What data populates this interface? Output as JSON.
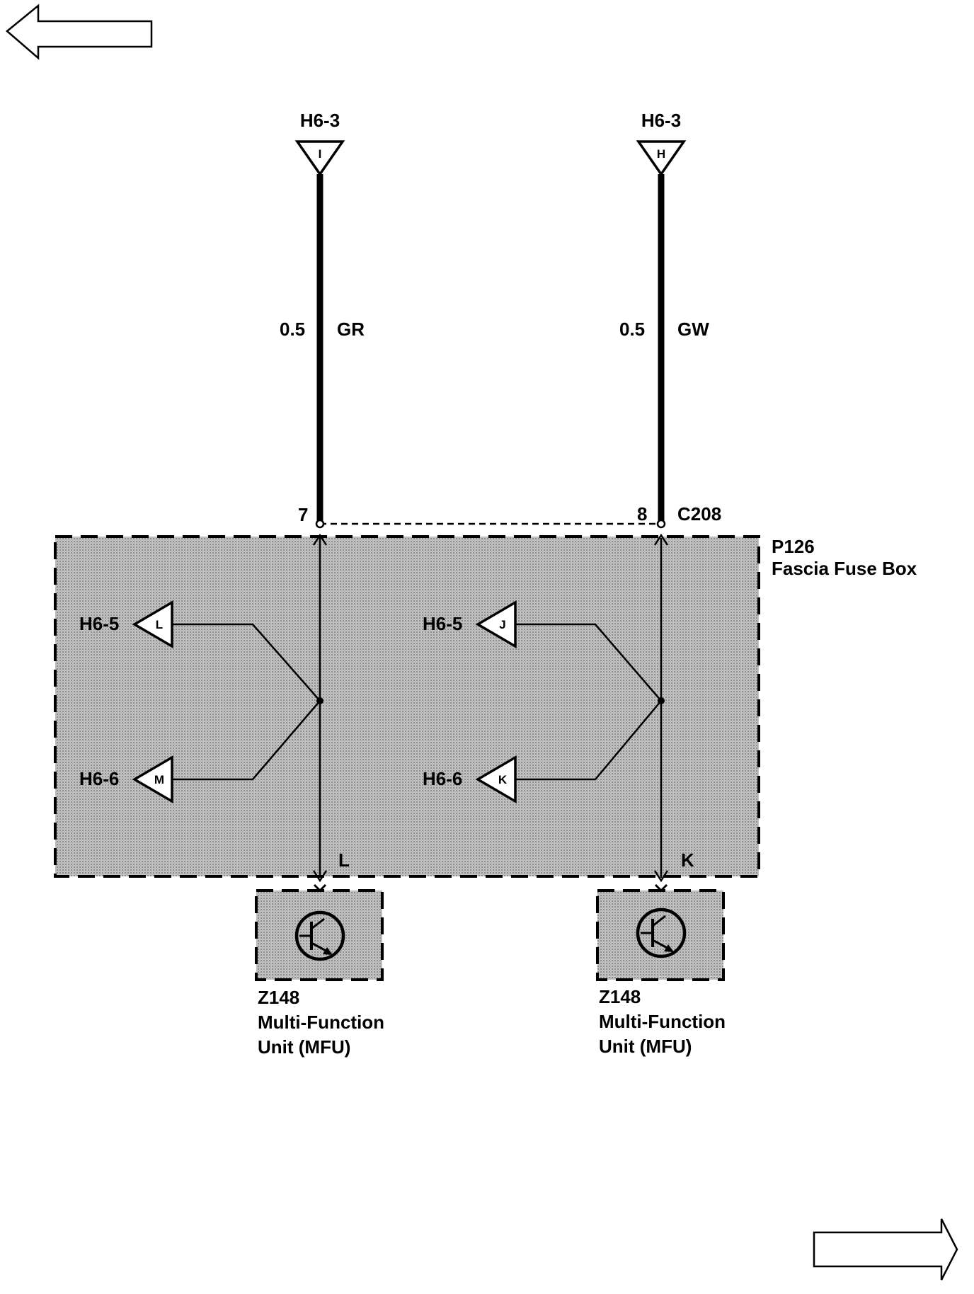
{
  "navigation": {
    "back_icon": "left-arrow-icon",
    "forward_icon": "right-arrow-icon"
  },
  "circuits": [
    {
      "source_ref": "H6-3",
      "source_flag": "I",
      "wire_size": "0.5",
      "wire_color": "GR",
      "connector_pin": "7",
      "branch_upper_ref": "H6-5",
      "branch_upper_flag": "L",
      "branch_lower_ref": "H6-6",
      "branch_lower_flag": "M",
      "output_pin": "L",
      "component": {
        "id": "Z148",
        "name_line1": "Multi-Function",
        "name_line2": "Unit (MFU)",
        "icon": "transistor-icon"
      }
    },
    {
      "source_ref": "H6-3",
      "source_flag": "H",
      "wire_size": "0.5",
      "wire_color": "GW",
      "connector_pin": "8",
      "branch_upper_ref": "H6-5",
      "branch_upper_flag": "J",
      "branch_lower_ref": "H6-6",
      "branch_lower_flag": "K",
      "output_pin": "K",
      "component": {
        "id": "Z148",
        "name_line1": "Multi-Function",
        "name_line2": "Unit (MFU)",
        "icon": "transistor-icon"
      }
    }
  ],
  "connector": {
    "id": "C208"
  },
  "fuse_box": {
    "id": "P126",
    "name": "Fascia Fuse Box"
  },
  "colors": {
    "wire": "#000000",
    "shading": "#b9b9b9",
    "background": "#ffffff"
  }
}
